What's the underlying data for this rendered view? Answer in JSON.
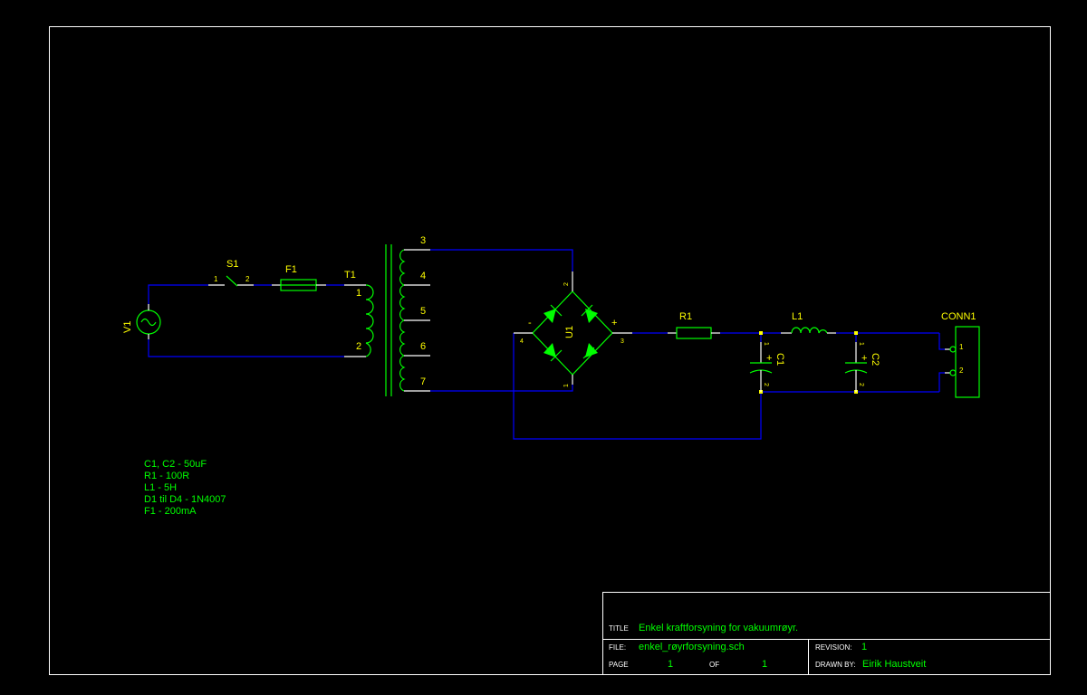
{
  "components": {
    "v1": {
      "ref": "V1"
    },
    "s1": {
      "ref": "S1",
      "pin1": "1",
      "pin2": "2"
    },
    "f1": {
      "ref": "F1"
    },
    "t1": {
      "ref": "T1",
      "pins": [
        "1",
        "2",
        "3",
        "4",
        "5",
        "6",
        "7"
      ]
    },
    "u1": {
      "ref": "U1",
      "pin1": "1",
      "pin2": "2",
      "pin3": "3",
      "pin4": "4",
      "plus": "+",
      "minus": "-"
    },
    "r1": {
      "ref": "R1"
    },
    "l1": {
      "ref": "L1"
    },
    "c1": {
      "ref": "C1",
      "pin1": "1",
      "pin2": "2",
      "plus": "+"
    },
    "c2": {
      "ref": "C2",
      "pin1": "1",
      "pin2": "2",
      "plus": "+"
    },
    "conn1": {
      "ref": "CONN1",
      "pin1": "1",
      "pin2": "2"
    }
  },
  "notes": [
    "C1, C2 - 50uF",
    "R1 - 100R",
    "L1 - 5H",
    "D1 til D4 - 1N4007",
    "F1 - 200mA"
  ],
  "title_block": {
    "title_label": "TITLE",
    "title": "Enkel kraftforsyning for vakuumrøyr.",
    "file_label": "FILE:",
    "file": "enkel_røyrforsyning.sch",
    "revision_label": "REVISION:",
    "revision": "1",
    "page_label": "PAGE",
    "page": "1",
    "of_label": "OF",
    "of": "1",
    "drawn_by_label": "DRAWN BY:",
    "drawn_by": "Eirik Haustveit"
  },
  "colors": {
    "background": "#000000",
    "wire": "#0000ff",
    "symbol": "#00ff00",
    "reference": "#ffff00",
    "frame": "#ffffff"
  }
}
